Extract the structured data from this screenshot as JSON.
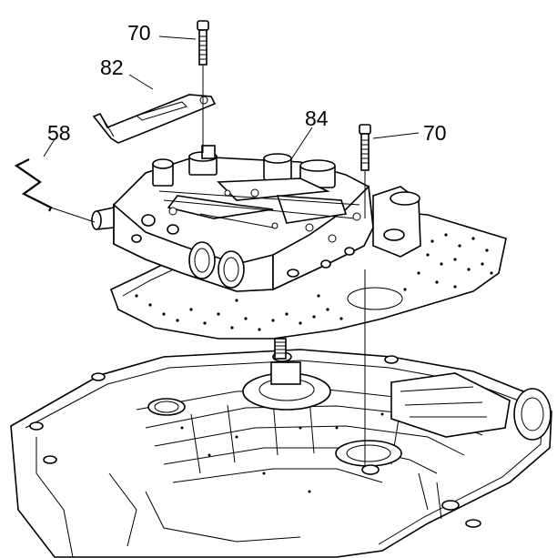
{
  "callouts": {
    "bolt_top": "70",
    "bracket": "82",
    "spring": "58",
    "valve_body": "84",
    "bolt_right": "70"
  }
}
